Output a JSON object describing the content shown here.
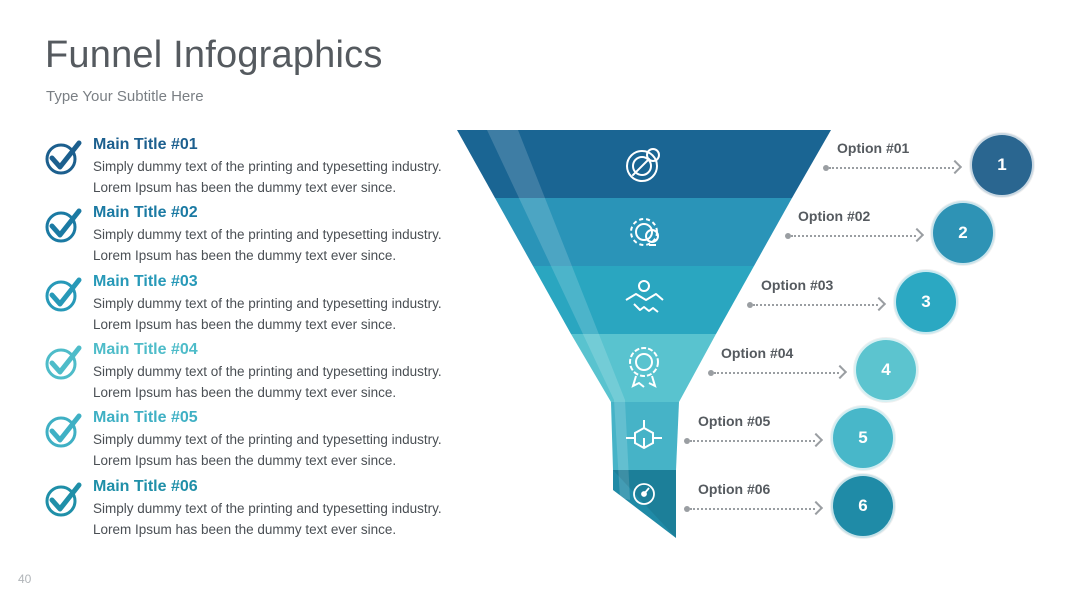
{
  "header": {
    "title": "Funnel Infographics",
    "subtitle": "Type Your Subtitle Here",
    "page_number": "40"
  },
  "items": [
    {
      "title": "Main Title #01",
      "line1": "Simply dummy text of the printing and typesetting industry.",
      "line2": "Lorem Ipsum has been the dummy text ever since.",
      "color": "#1c5f8e"
    },
    {
      "title": "Main Title #02",
      "line1": "Simply dummy text of the printing and typesetting industry.",
      "line2": "Lorem Ipsum has been the dummy text ever since.",
      "color": "#1b7aa3"
    },
    {
      "title": "Main Title #03",
      "line1": "Simply dummy text of the printing and typesetting industry.",
      "line2": "Lorem Ipsum has been the dummy text ever since.",
      "color": "#2799b8"
    },
    {
      "title": "Main Title #04",
      "line1": "Simply dummy text of the printing and typesetting industry.",
      "line2": "Lorem Ipsum has been the dummy text ever since.",
      "color": "#4ebcc9"
    },
    {
      "title": "Main Title #05",
      "line1": "Simply dummy text of the printing and typesetting industry.",
      "line2": "Lorem Ipsum has been the dummy text ever since.",
      "color": "#3fb0c4"
    },
    {
      "title": "Main Title #06",
      "line1": "Simply dummy text of the printing and typesetting industry.",
      "line2": "Lorem Ipsum has been the dummy text ever since.",
      "color": "#1f8fa8"
    }
  ],
  "funnel": {
    "segments": [
      {
        "icon": "target-icon",
        "color": "#1a6593"
      },
      {
        "icon": "gear-lightbulb-icon",
        "color": "#2a94b8"
      },
      {
        "icon": "handshake-icon",
        "color": "#2aa6c0"
      },
      {
        "icon": "badge-thumbs-up-icon",
        "color": "#59c3cf"
      },
      {
        "icon": "cube-network-icon",
        "color": "#46b3c7"
      },
      {
        "icon": "gauge-icon",
        "color": "#1f8aa6"
      }
    ]
  },
  "options": [
    {
      "label": "Option #01",
      "number": "1",
      "color": "#2a6690"
    },
    {
      "label": "Option #02",
      "number": "2",
      "color": "#2e93b5"
    },
    {
      "label": "Option #03",
      "number": "3",
      "color": "#2ba8c2"
    },
    {
      "label": "Option #04",
      "number": "4",
      "color": "#5cc4cf"
    },
    {
      "label": "Option #05",
      "number": "5",
      "color": "#48b7c9"
    },
    {
      "label": "Option #06",
      "number": "6",
      "color": "#1f8ba7"
    }
  ]
}
